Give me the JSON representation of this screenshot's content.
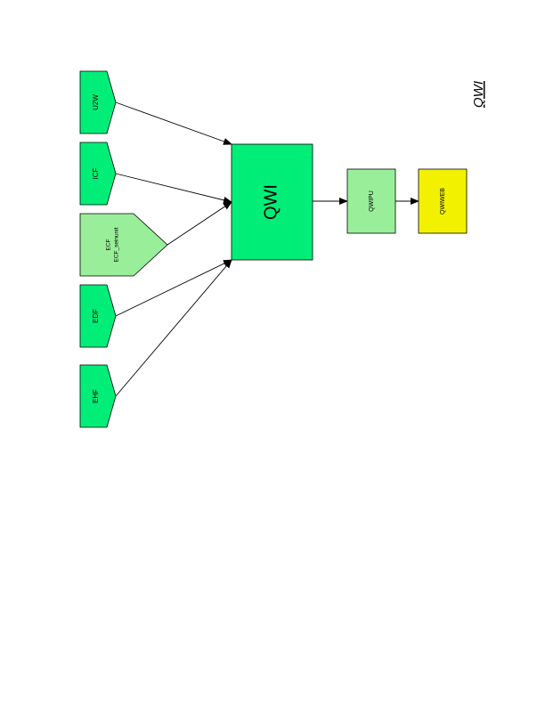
{
  "title": "QWI",
  "colors": {
    "source_green": "#00ee77",
    "light_green": "#99ee99",
    "yellow": "#f2f200",
    "stroke": "#000000"
  },
  "sources": [
    {
      "id": "u2w",
      "label": "U2W"
    },
    {
      "id": "icf",
      "label": "ICF"
    },
    {
      "id": "ecf",
      "label": "ECF",
      "sublabel": "ECF_seinunit"
    },
    {
      "id": "edf",
      "label": "EDF"
    },
    {
      "id": "ehf",
      "label": "EHF"
    }
  ],
  "nodes": {
    "qwi": {
      "label": "QWI"
    },
    "qwipu": {
      "label": "QWIPU"
    },
    "qwiweb": {
      "label": "QWIWEB"
    }
  }
}
